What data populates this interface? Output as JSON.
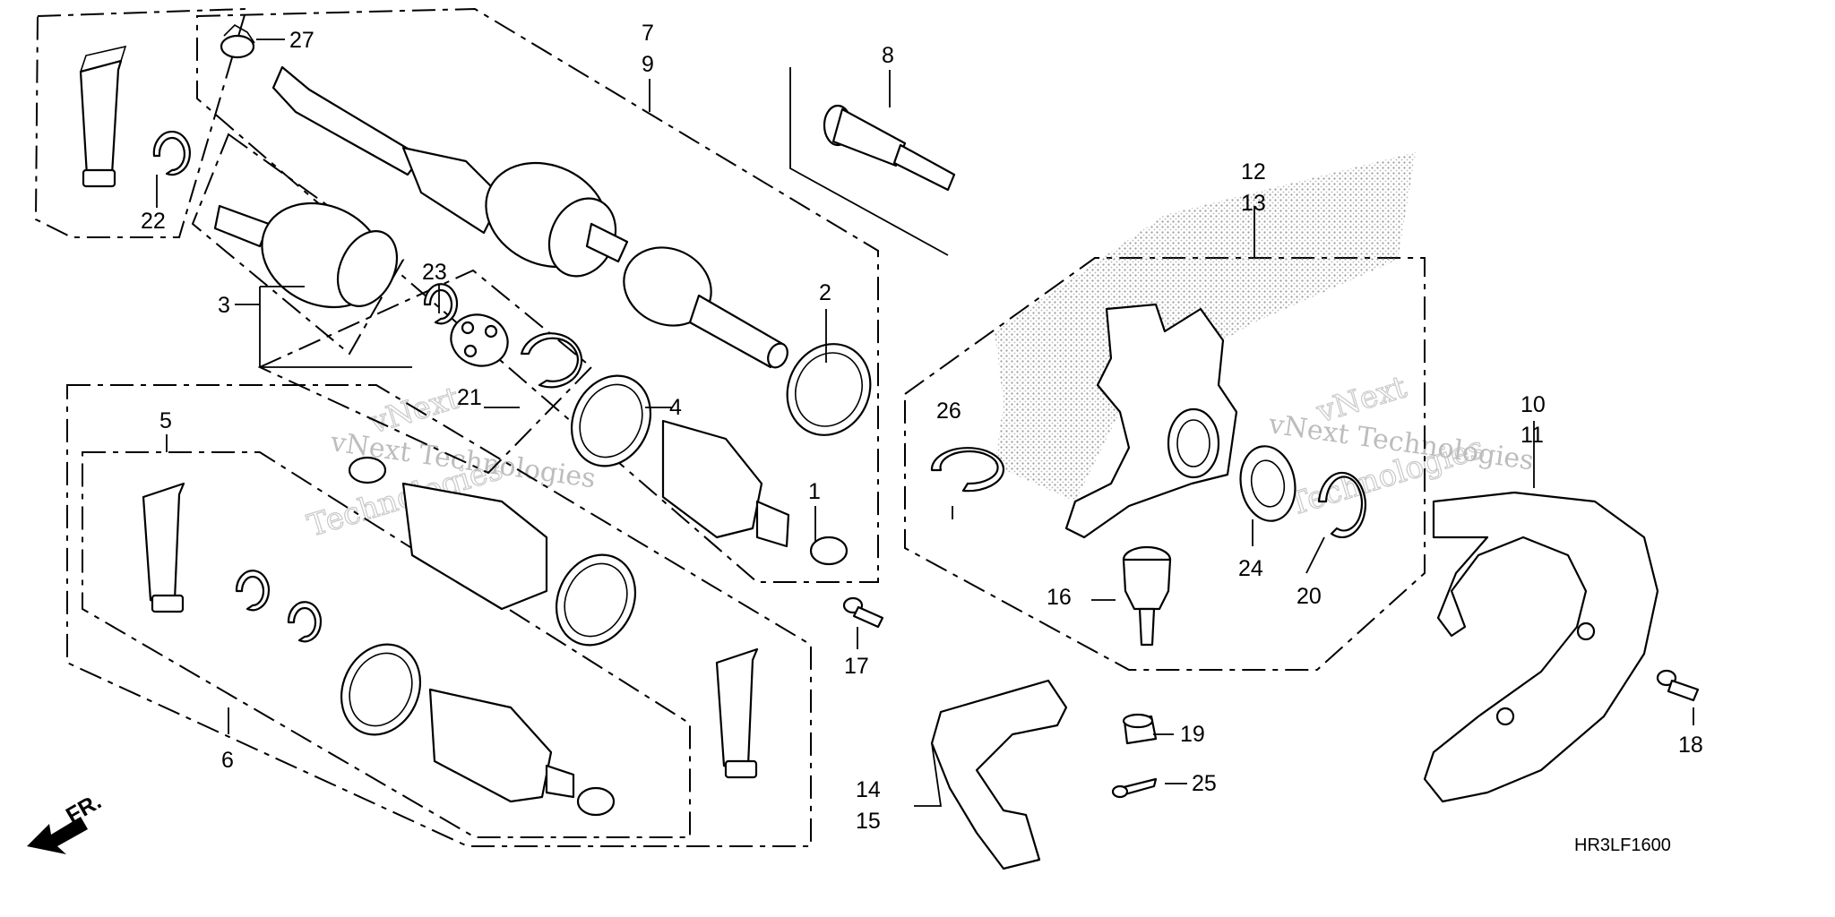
{
  "callouts": {
    "c1": "1",
    "c2": "2",
    "c3": "3",
    "c4": "4",
    "c5": "5",
    "c6": "6",
    "c7": "7",
    "c8": "8",
    "c9": "9",
    "c10": "10",
    "c11": "11",
    "c12": "12",
    "c13": "13",
    "c14": "14",
    "c15": "15",
    "c16": "16",
    "c17": "17",
    "c18": "18",
    "c19": "19",
    "c20": "20",
    "c21": "21",
    "c22": "22",
    "c23": "23",
    "c24": "24",
    "c25": "25",
    "c26": "26",
    "c27": "27"
  },
  "direction_label": "FR.",
  "diagram_code": "HR3LF1600",
  "watermark": {
    "line1": "vNext",
    "line2": "Technologies",
    "inline": "vNext Technologies"
  },
  "icons": {
    "direction": "front-direction-arrow-icon"
  }
}
